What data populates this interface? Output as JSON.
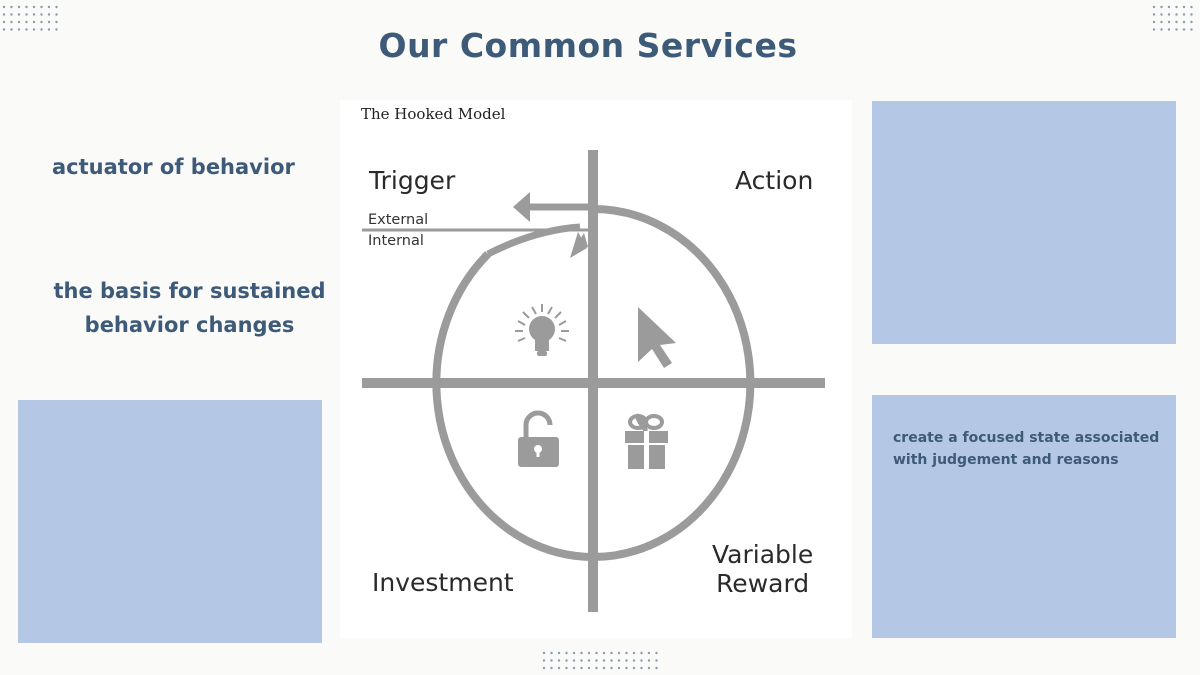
{
  "slide": {
    "title": "Our Common Services",
    "left_texts": [
      "actuator of behavior",
      "the basis for sustained behavior changes"
    ],
    "right_box_text": "create a focused state associated with judgement and reasons",
    "box_color": "#b4c8e6",
    "text_color": "#3d5a78"
  },
  "diagram": {
    "title": "The Hooked Model",
    "quadrants": {
      "trigger": "Trigger",
      "action": "Action",
      "investment": "Investment",
      "reward_line1": "Variable",
      "reward_line2": "Reward"
    },
    "trigger_types": [
      "External",
      "Internal"
    ],
    "icons": [
      "lightbulb-icon",
      "cursor-arrow-icon",
      "padlock-icon",
      "gift-icon"
    ],
    "line_color": "#9b9b9b"
  }
}
